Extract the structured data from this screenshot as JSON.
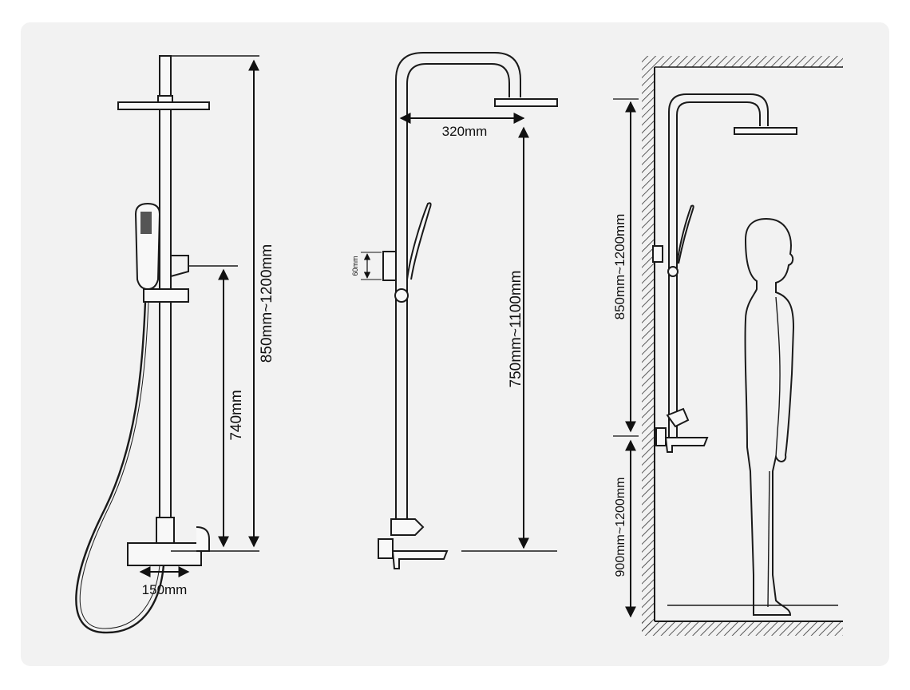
{
  "dimensions": {
    "view1_total_height": "850mm~1200mm",
    "view1_handset_height": "740mm",
    "view1_mixer_width": "150mm",
    "view2_arm_reach": "320mm",
    "view2_small_offset": "60mm",
    "view2_height": "750mm~1100mm",
    "view3_upper_height": "850mm~1200mm",
    "view3_lower_height": "900mm~1200mm"
  },
  "colors": {
    "line": "#1a1a1a",
    "panel": "#f2f2f2",
    "background": "#ffffff"
  }
}
